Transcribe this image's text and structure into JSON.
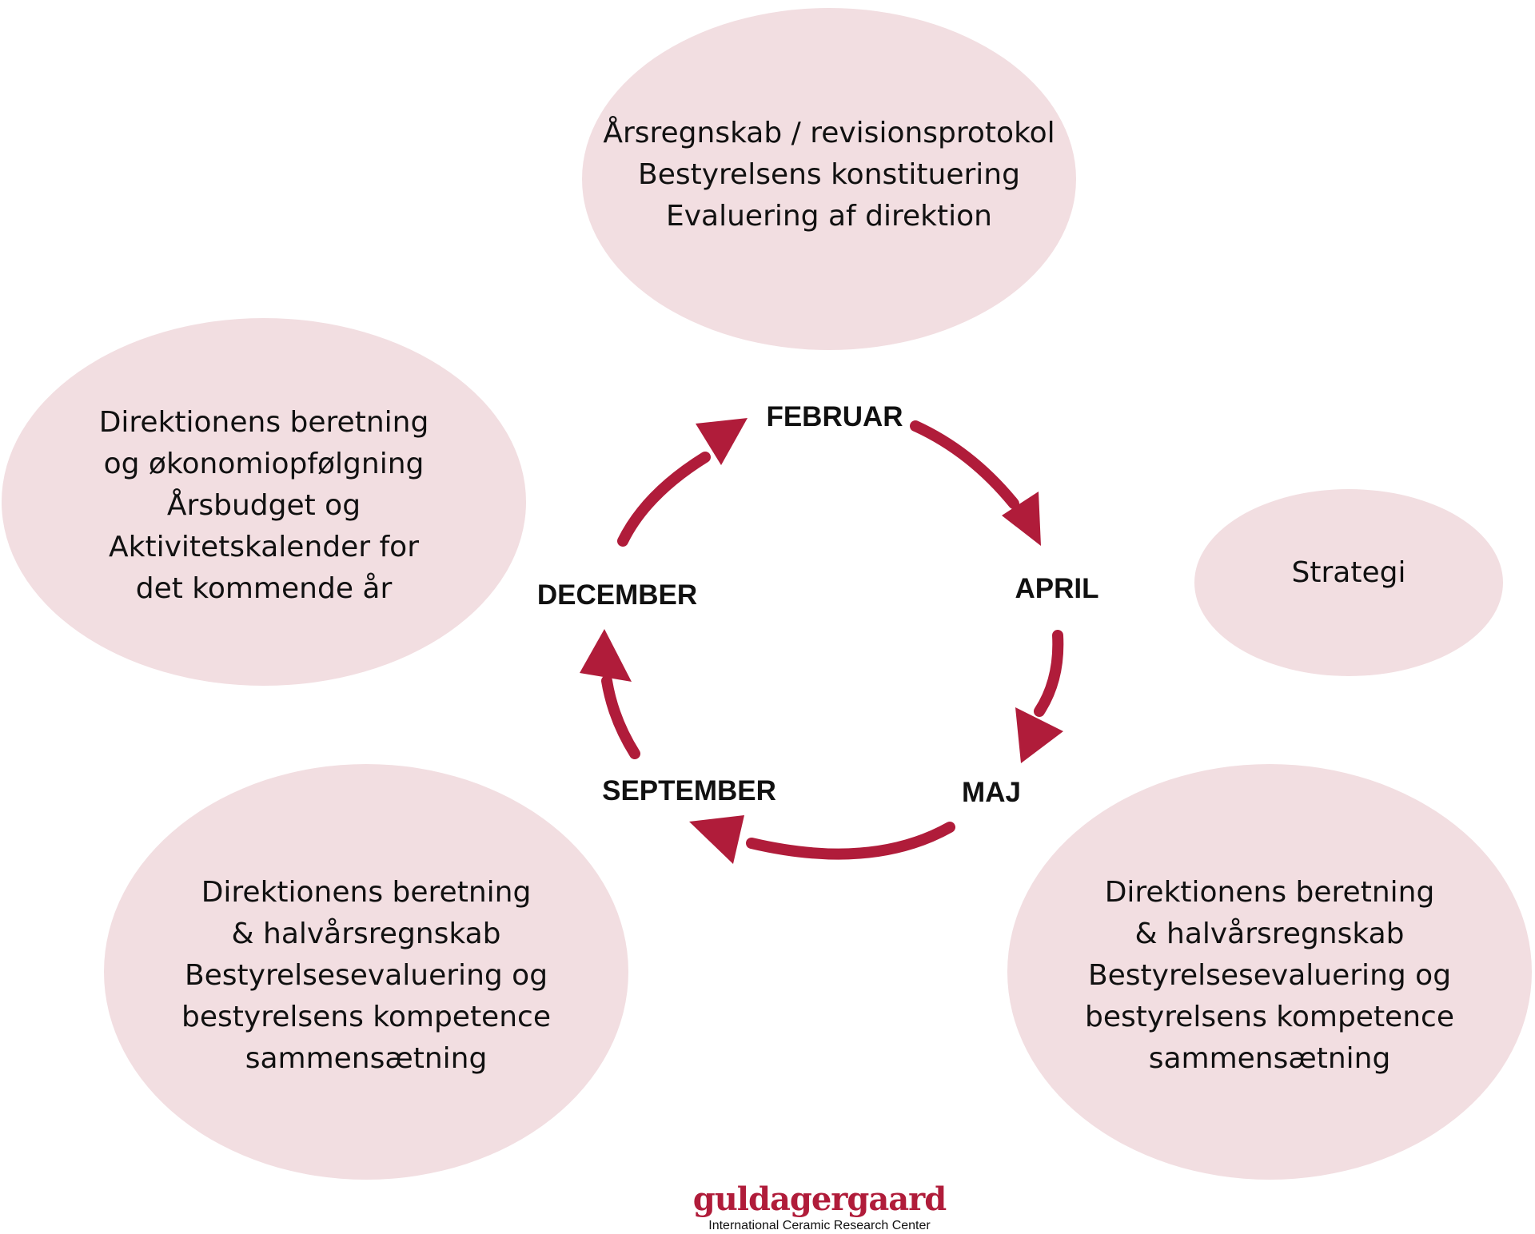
{
  "colors": {
    "bubble_fill": "#f2dee1",
    "arrow": "#b01c3a",
    "text": "#111111",
    "logo": "#b01c3a"
  },
  "months": {
    "februar": "FEBRUAR",
    "april": "APRIL",
    "maj": "MAJ",
    "september": "SEPTEMBER",
    "december": "DECEMBER"
  },
  "bubbles": {
    "top": {
      "lines": [
        "Årsregnskab / revisionsprotokol",
        "Bestyrelsens konstituering",
        "Evaluering af direktion"
      ]
    },
    "left": {
      "lines": [
        "Direktionens beretning",
        "og økonomiopfølgning",
        "Årsbudget og",
        "Aktivitetskalender for",
        "det kommende år"
      ]
    },
    "right": {
      "lines": [
        "Strategi"
      ]
    },
    "bottom_left": {
      "lines": [
        "Direktionens beretning",
        "& halvårsregnskab",
        "Bestyrelsesevaluering og",
        "bestyrelsens kompetence",
        "sammensætning"
      ]
    },
    "bottom_right": {
      "lines": [
        "Direktionens beretning",
        "& halvårsregnskab",
        "Bestyrelsesevaluering og",
        "bestyrelsens kompetence",
        "sammensætning"
      ]
    }
  },
  "logo": {
    "wordmark": "guldagergaard",
    "subtitle": "International Ceramic Research Center"
  }
}
